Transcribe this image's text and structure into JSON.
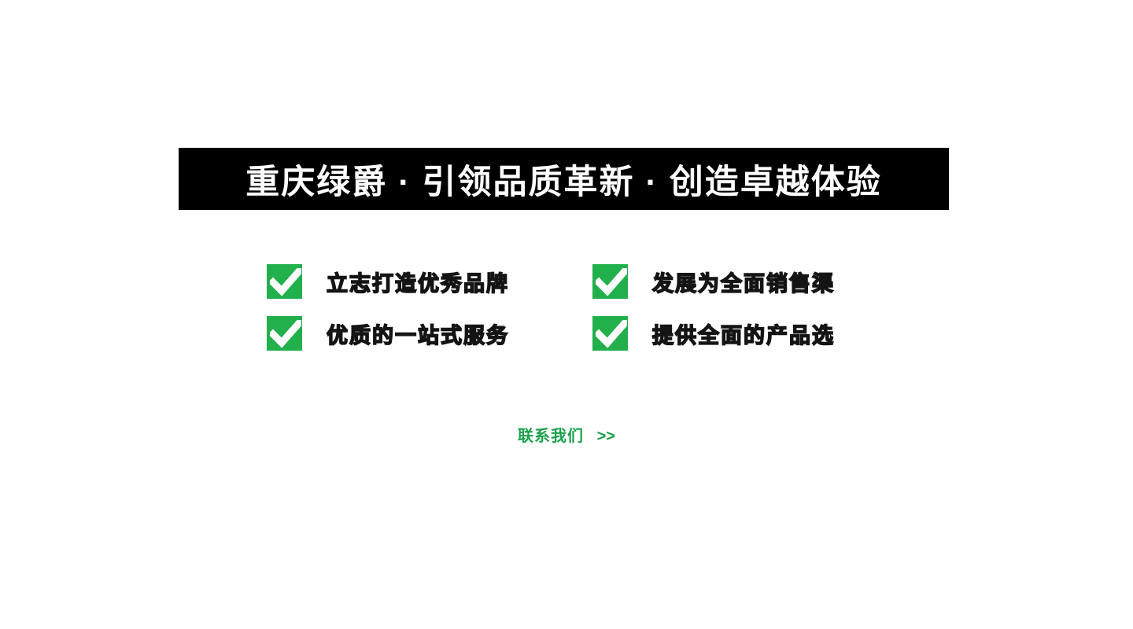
{
  "banner": {
    "title": "重庆绿爵 · 引领品质革新 · 创造卓越体验"
  },
  "features": {
    "items": [
      {
        "label": "立志打造优秀品牌",
        "icon": "check-icon"
      },
      {
        "label": "发展为全面销售渠",
        "icon": "check-icon"
      },
      {
        "label": "优质的一站式服务",
        "icon": "check-icon"
      },
      {
        "label": "提供全面的产品选",
        "icon": "check-icon"
      }
    ]
  },
  "contact": {
    "label": "联系我们",
    "arrow": "&gt;&gt;",
    "arrow_text": ">>"
  },
  "colors": {
    "banner_bg": "#000000",
    "banner_text": "#ffffff",
    "accent_green": "#22b04c",
    "link_green": "#1ba24b"
  }
}
